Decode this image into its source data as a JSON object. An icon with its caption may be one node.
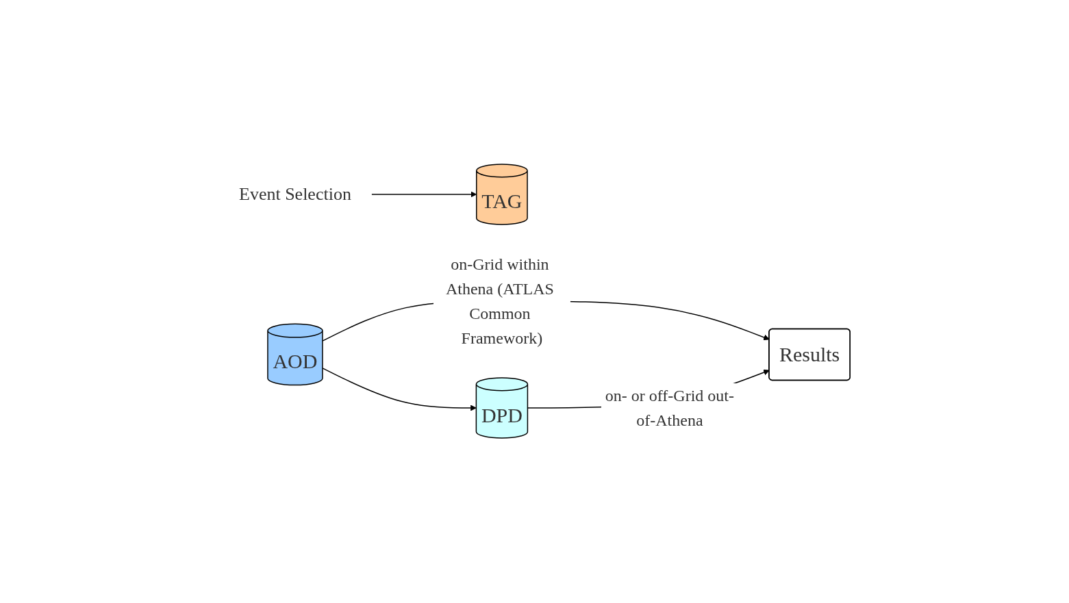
{
  "diagram": {
    "nodes": [
      {
        "text": [
          "TAG"
        ]
      },
      {
        "text": [
          "AOD"
        ]
      },
      {
        "text": [
          "DPD"
        ]
      },
      {
        "text": [
          "Results"
        ]
      },
      {
        "text": [
          "Event Selection"
        ]
      }
    ],
    "edges": [
      {
        "from": 4,
        "to": 0,
        "arrow": "to"
      },
      {
        "from": 1,
        "to": 2,
        "arrow": "to"
      },
      {
        "from": 1,
        "to": 3,
        "arrow": "to",
        "label": "on-Grid within Athena (ATLAS Common Framework)"
      },
      {
        "from": 2,
        "to": 3,
        "arrow": "to",
        "label": "on- or off-Grid out-of-Athena"
      }
    ]
  }
}
